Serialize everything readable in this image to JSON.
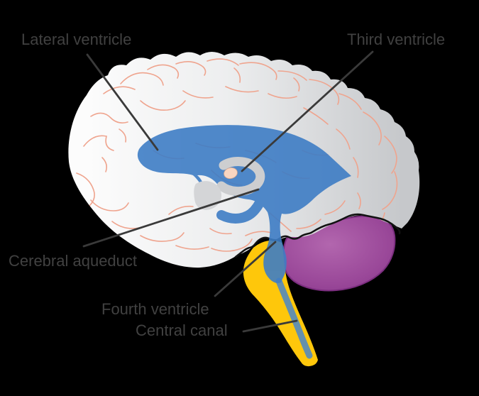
{
  "figure": {
    "type": "anatomical-diagram",
    "subject": "Ventricular system of the human brain (lateral view)",
    "background": "#000000",
    "labels": {
      "lateral_ventricle": "Lateral ventricle",
      "third_ventricle": "Third ventricle",
      "cerebral_aqueduct": "Cerebral aqueduct",
      "fourth_ventricle": "Fourth ventricle",
      "central_canal": "Central canal"
    },
    "colors": {
      "ventricle_blue": "#3E7DC5",
      "brain_gray_light": "#FCFCFC",
      "brain_gray_dark": "#C6C8CB",
      "sulci_salmon": "#EFA48E",
      "cerebellum_purple": "#A159A2",
      "cerebellum_edge": "#7C2E80",
      "brainstem_yellow": "#FEC70B",
      "central_canal_blue": "#6590AC",
      "interthalamic_peach": "#F8D5C1",
      "label_text": "#414141",
      "leader_line": "#3A3A3A"
    }
  }
}
